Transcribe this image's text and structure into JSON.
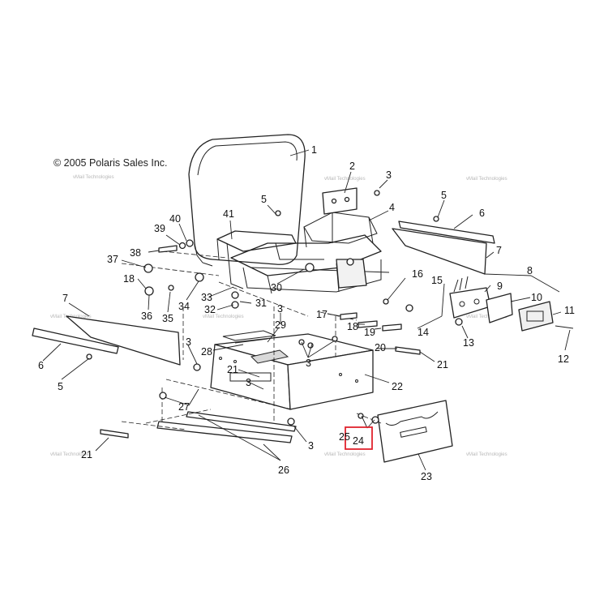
{
  "copyright": "© 2005 Polaris Sales Inc.",
  "watermark": "vMail Technologies",
  "highlight_color": "#e0232d",
  "callouts": [
    "1",
    "2",
    "3",
    "3",
    "3",
    "3",
    "3",
    "3",
    "4",
    "5",
    "5",
    "5",
    "6",
    "6",
    "7",
    "7",
    "8",
    "9",
    "10",
    "11",
    "12",
    "13",
    "14",
    "15",
    "16",
    "17",
    "18",
    "18",
    "19",
    "20",
    "21",
    "21",
    "21",
    "22",
    "23",
    "24",
    "25",
    "26",
    "27",
    "28",
    "29",
    "30",
    "31",
    "32",
    "33",
    "34",
    "35",
    "36",
    "37",
    "38",
    "39",
    "40",
    "41"
  ],
  "highlighted_callout": "24"
}
